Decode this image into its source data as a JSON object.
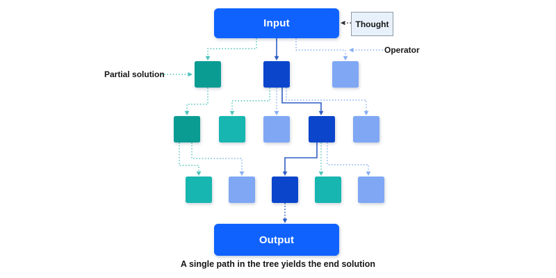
{
  "labels": {
    "input": "Input",
    "output": "Output",
    "thought": "Thought",
    "operator": "Operator",
    "partial_solution": "Partial solution",
    "caption": "A single path in the tree yields the end solution"
  },
  "colors": {
    "background": "#ffffff",
    "primary_blue": "#0f62fe",
    "dark_blue": "#0b45cc",
    "light_blue": "#7fa7f4",
    "teal": "#0a9c93",
    "turquoise": "#17b6b0",
    "line_teal": "#4ec3bc",
    "line_light_blue": "#88aef5",
    "line_solid_blue": "#2f5cc4",
    "line_dark": "#30353a",
    "thought_bg": "#e8f1fb",
    "thought_border": "#8e99a4",
    "text_dark": "#161616"
  },
  "tree": {
    "level1": [
      "teal",
      "dark_blue",
      "light_blue"
    ],
    "level2": [
      "teal",
      "turquoise",
      "light_blue",
      "dark_blue",
      "light_blue"
    ],
    "level3": [
      "turquoise",
      "light_blue",
      "dark_blue",
      "turquoise",
      "light_blue"
    ]
  }
}
